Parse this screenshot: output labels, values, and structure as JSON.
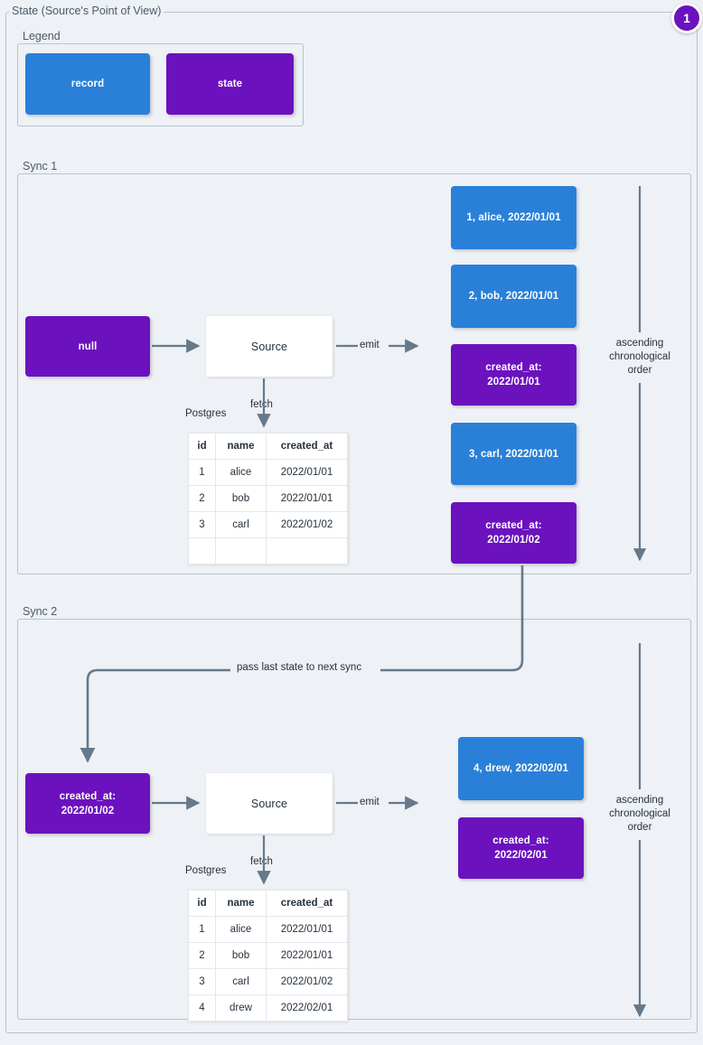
{
  "diagram": {
    "title": "State (Source's Point of View)",
    "badge": "1",
    "colors": {
      "record": "#2a80d8",
      "state": "#6b12be",
      "background": "#eef1f5",
      "border": "#b7c4d1",
      "edge": "#66798b",
      "text": "#26323d"
    }
  },
  "legend": {
    "label": "Legend",
    "items": [
      {
        "label": "record",
        "kind": "record"
      },
      {
        "label": "state",
        "kind": "state"
      }
    ]
  },
  "sync1": {
    "label": "Sync 1",
    "input_state": "null",
    "source": "Source",
    "fetch_label": "fetch",
    "db_label": "Postgres",
    "emit_label": "emit",
    "order_label": "ascending\nchronological\norder",
    "order_line1": "ascending",
    "order_line2": "chronological",
    "order_line3": "order",
    "table": {
      "columns": [
        "id",
        "name",
        "created_at"
      ],
      "rows": [
        [
          "1",
          "alice",
          "2022/01/01"
        ],
        [
          "2",
          "bob",
          "2022/01/01"
        ],
        [
          "3",
          "carl",
          "2022/01/02"
        ],
        [
          "",
          "",
          ""
        ]
      ]
    },
    "emitted": [
      {
        "kind": "record",
        "line1": "1, alice, 2022/01/01",
        "line2": ""
      },
      {
        "kind": "record",
        "line1": "2, bob, 2022/01/01",
        "line2": ""
      },
      {
        "kind": "state",
        "line1": "created_at:",
        "line2": "2022/01/01"
      },
      {
        "kind": "record",
        "line1": "3, carl, 2022/01/01",
        "line2": ""
      },
      {
        "kind": "state",
        "line1": "created_at:",
        "line2": "2022/01/02"
      }
    ]
  },
  "pass_state_label": "pass last state to next sync",
  "sync2": {
    "label": "Sync 2",
    "input_state_line1": "created_at:",
    "input_state_line2": "2022/01/02",
    "source": "Source",
    "fetch_label": "fetch",
    "db_label": "Postgres",
    "emit_label": "emit",
    "order_line1": "ascending",
    "order_line2": "chronological",
    "order_line3": "order",
    "table": {
      "columns": [
        "id",
        "name",
        "created_at"
      ],
      "rows": [
        [
          "1",
          "alice",
          "2022/01/01"
        ],
        [
          "2",
          "bob",
          "2022/01/01"
        ],
        [
          "3",
          "carl",
          "2022/01/02"
        ],
        [
          "4",
          "drew",
          "2022/02/01"
        ]
      ]
    },
    "emitted": [
      {
        "kind": "record",
        "line1": "4, drew, 2022/02/01",
        "line2": ""
      },
      {
        "kind": "state",
        "line1": "created_at:",
        "line2": "2022/02/01"
      }
    ]
  }
}
